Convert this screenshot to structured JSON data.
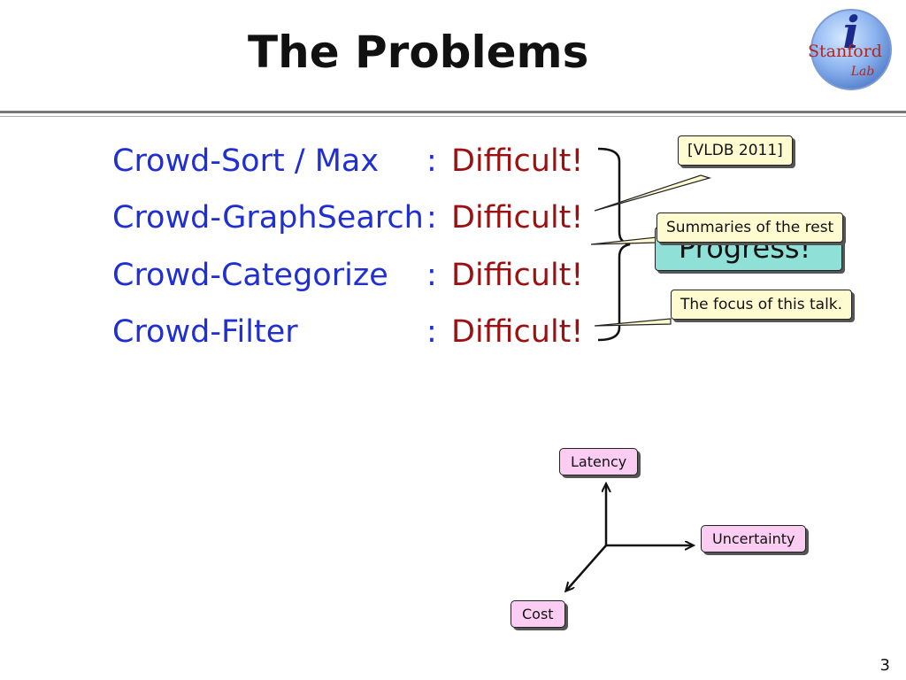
{
  "slide": {
    "title": "The Problems",
    "page_number": "3"
  },
  "tasks": [
    {
      "name": "Crowd-Sort / Max",
      "colon": ":",
      "status": "Difficult!"
    },
    {
      "name": "Crowd-GraphSearch",
      "colon": ":",
      "status": "Difficult!"
    },
    {
      "name": "Crowd-Categorize",
      "colon": ":",
      "status": "Difficult!"
    },
    {
      "name": "Crowd-Filter",
      "colon": ":",
      "status": "Difficult!"
    }
  ],
  "callouts": {
    "vldb": "[VLDB 2011]",
    "progress": "Progress!",
    "summaries": "Summaries of the rest",
    "focus": "The focus of this talk."
  },
  "axes": {
    "up": "Latency",
    "right": "Uncertainty",
    "diag": "Cost"
  },
  "logo": {
    "letter": "i",
    "text_top": "Stanford",
    "text_bottom": "Lab"
  },
  "colors": {
    "task": "#1f2fd1",
    "status": "#9b1111",
    "callout_bg": "#fffbd0",
    "node_bg": "#fccdf3",
    "progress_bg": "#8fe0d6"
  }
}
